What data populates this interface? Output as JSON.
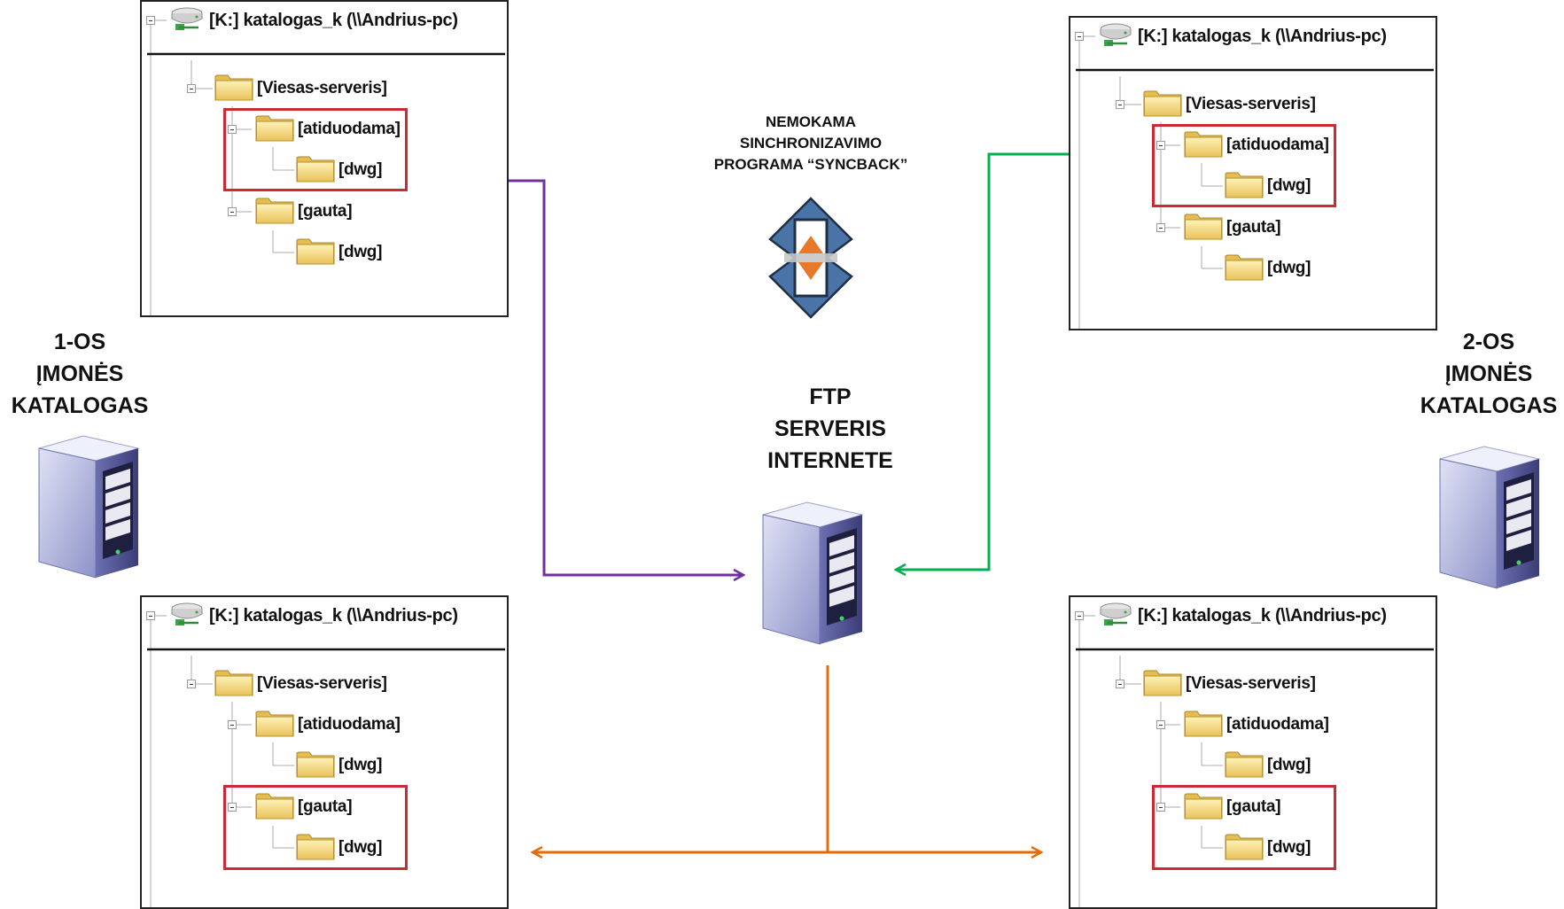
{
  "panels": [
    {
      "id": "top-left",
      "drive_label": "[K:]  katalogas_k (\\\\Andrius-pc)",
      "tree": [
        "[Viesas-serveris]",
        "[atiduodama]",
        "[dwg]",
        "[gauta]",
        "[dwg]"
      ],
      "highlight": "atiduodama"
    },
    {
      "id": "top-right",
      "drive_label": "[K:]  katalogas_k (\\\\Andrius-pc)",
      "tree": [
        "[Viesas-serveris]",
        "[atiduodama]",
        "[dwg]",
        "[gauta]",
        "[dwg]"
      ],
      "highlight": "atiduodama"
    },
    {
      "id": "bottom-left",
      "drive_label": "[K:]  katalogas_k (\\\\Andrius-pc)",
      "tree": [
        "[Viesas-serveris]",
        "[atiduodama]",
        "[dwg]",
        "[gauta]",
        "[dwg]"
      ],
      "highlight": "gauta"
    },
    {
      "id": "bottom-right",
      "drive_label": "[K:]  katalogas_k (\\\\Andrius-pc)",
      "tree": [
        "[Viesas-serveris]",
        "[atiduodama]",
        "[dwg]",
        "[gauta]",
        "[dwg]"
      ],
      "highlight": "gauta"
    }
  ],
  "company1": {
    "line1": "1-OS",
    "line2": "ĮMONĖS",
    "line3": "KATALOGAS"
  },
  "company2": {
    "line1": "2-OS",
    "line2": "ĮMONĖS",
    "line3": "KATALOGAS"
  },
  "ftp": {
    "line1": "FTP",
    "line2": "SERVERIS",
    "line3": "INTERNETE"
  },
  "syncback": {
    "line1": "NEMOKAMA",
    "line2": "SINCHRONIZAVIMO",
    "line3": "PROGRAMA “SYNCBACK”"
  },
  "icons": {
    "computer": "server-tower-icon",
    "sync": "syncback-logo-icon",
    "folder": "folder-icon",
    "drive": "network-drive-icon"
  },
  "colors": {
    "upload_left": "#7030a0",
    "upload_right": "#00b050",
    "download": "#e36c0a",
    "highlight": "#cc2a35"
  }
}
